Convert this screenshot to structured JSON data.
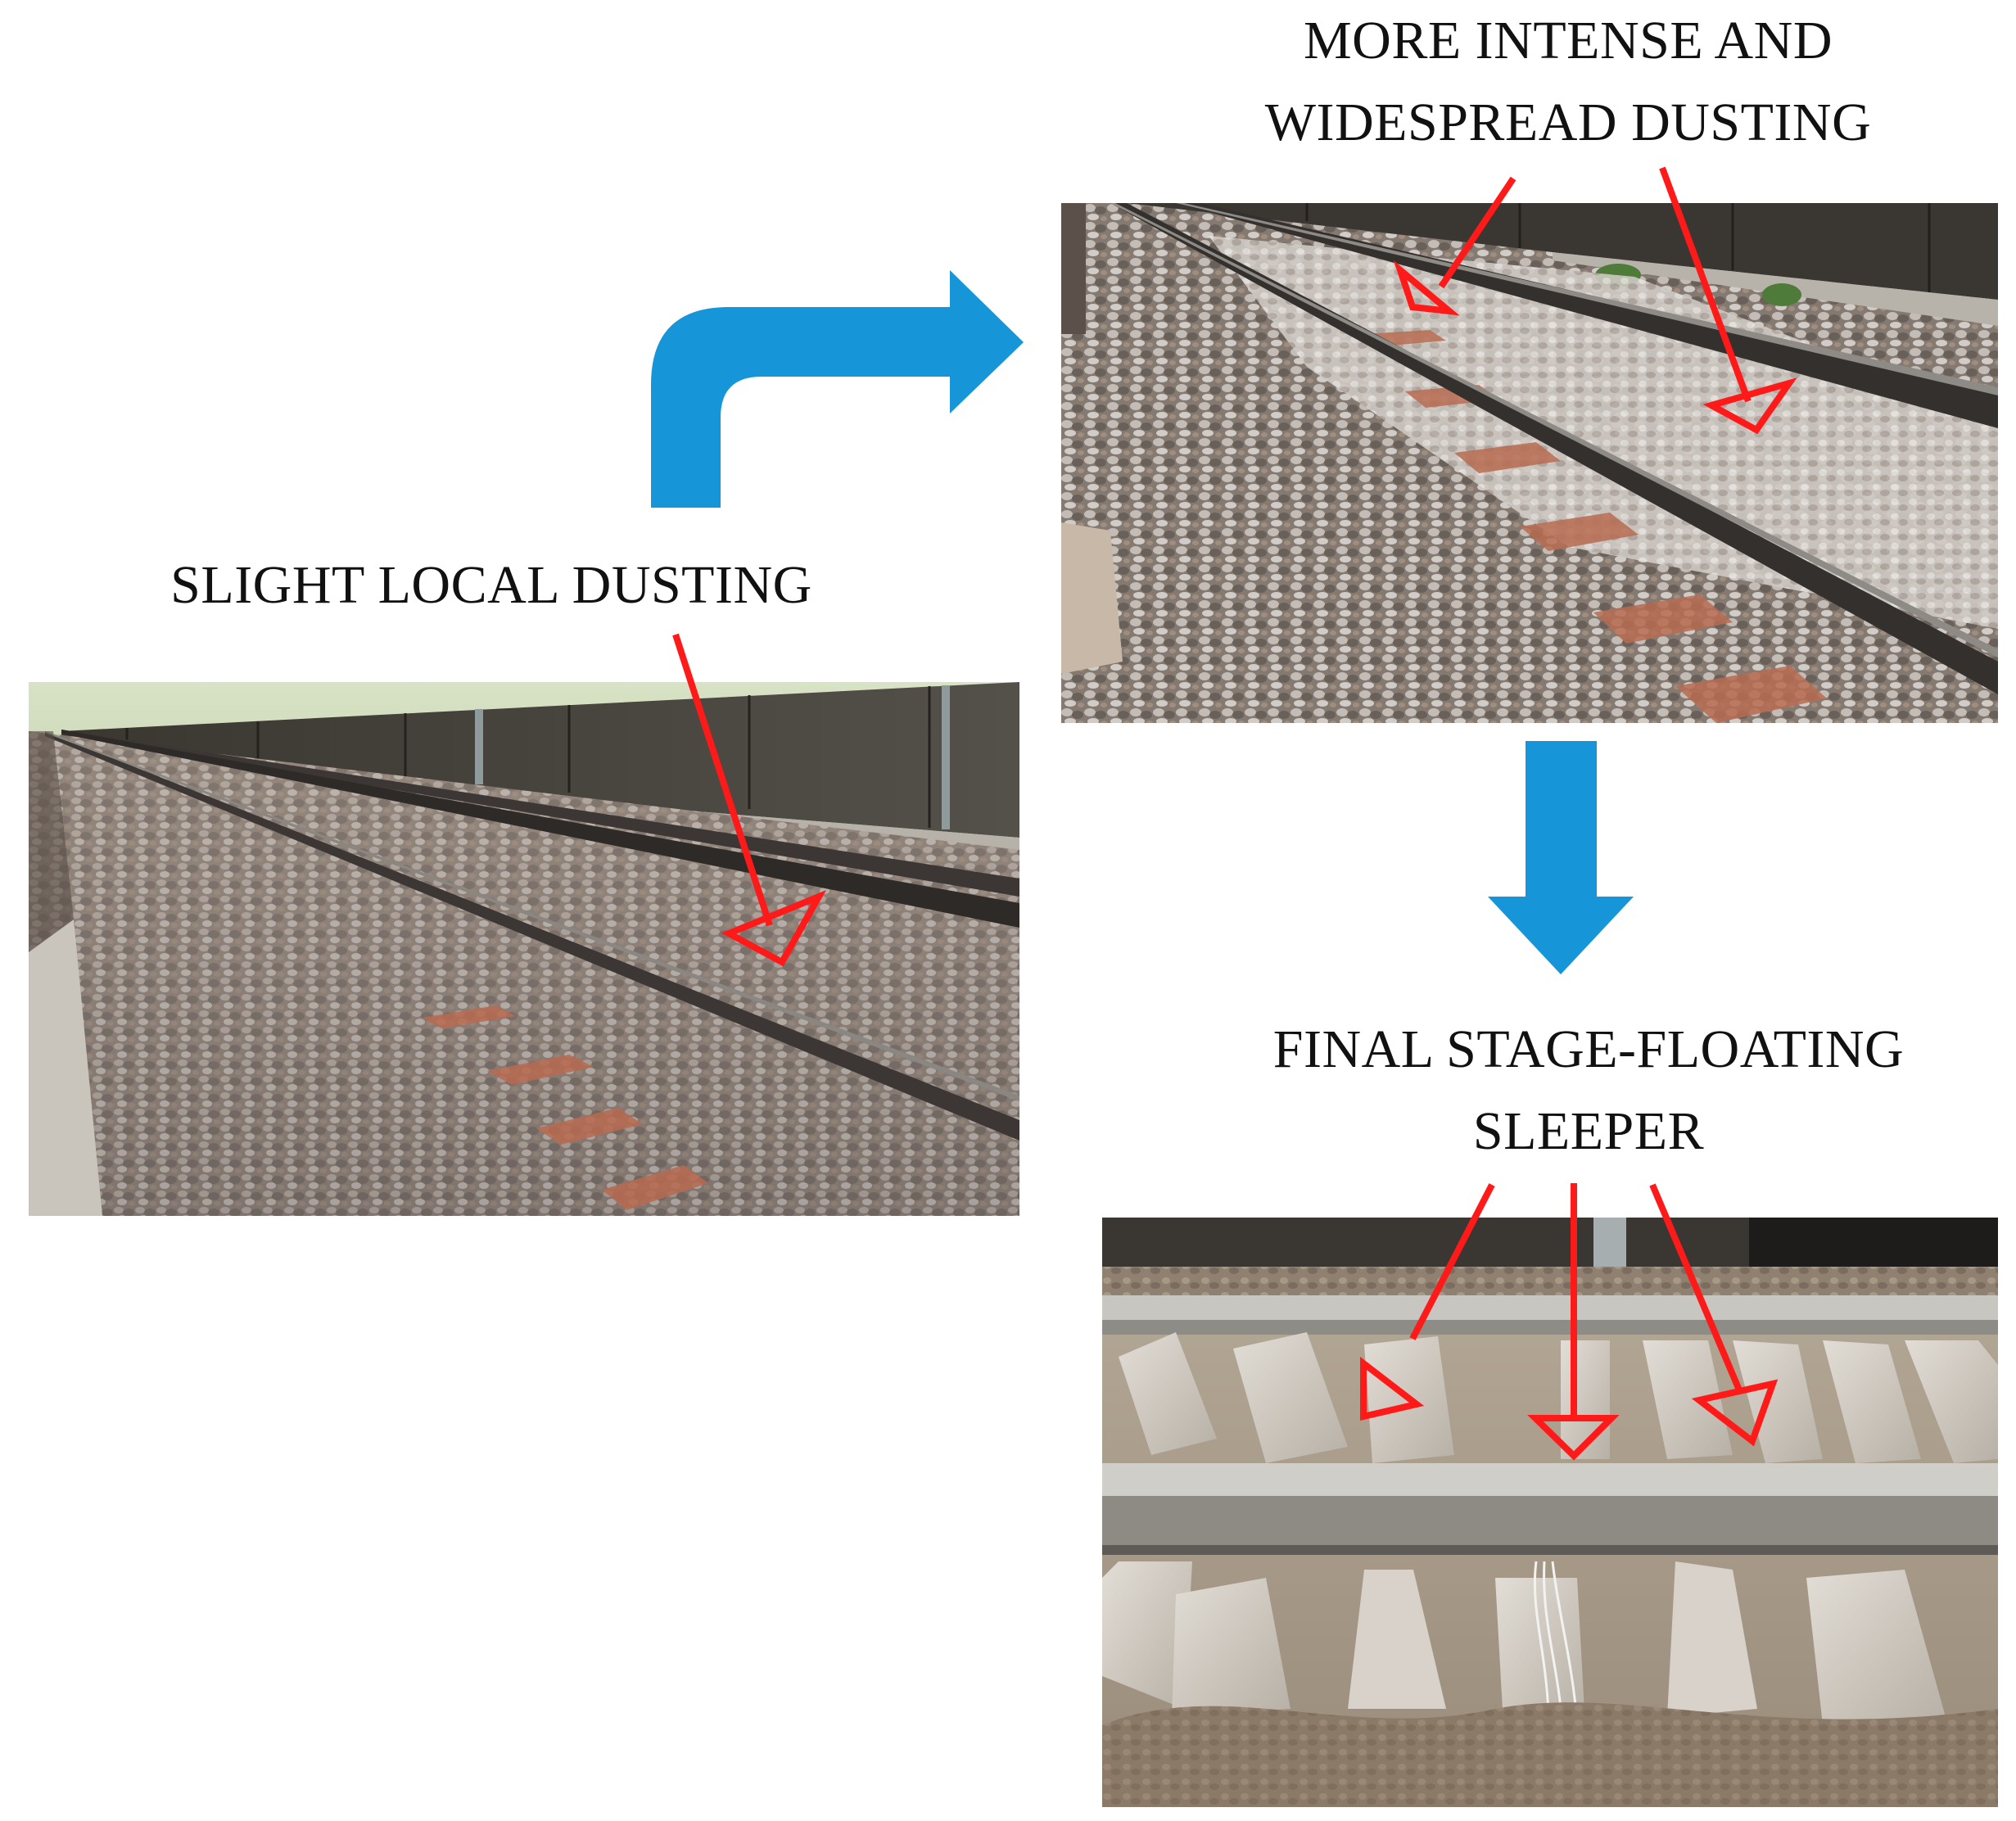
{
  "labels": {
    "slight": "SLIGHT LOCAL DUSTING",
    "intense_line1": "MORE INTENSE  AND",
    "intense_line2": "WIDESPREAD DUSTING",
    "final_line1": "FINAL STAGE-FLOATING",
    "final_line2": "SLEEPER"
  },
  "colors": {
    "flow_arrow": "#1696d8",
    "marker_arrow": "#ff1a1a",
    "text": "#111111"
  },
  "icons": {
    "flow_arrows": [
      "curved-right-arrow-icon",
      "down-arrow-icon"
    ],
    "markers": "red-pointer-arrow-icon"
  }
}
